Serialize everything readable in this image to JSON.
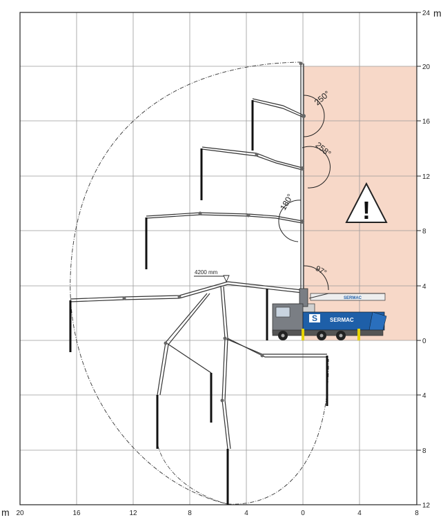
{
  "diagram": {
    "units": {
      "top_right": "m",
      "bottom_left": "m"
    },
    "x_ticks": [
      "20",
      "16",
      "12",
      "8",
      "4",
      "0",
      "4",
      "8"
    ],
    "y_ticks": [
      "24",
      "20",
      "16",
      "12",
      "8",
      "4",
      "0",
      "4",
      "8",
      "12"
    ],
    "boom_label": "4200 mm",
    "angles": [
      "250°",
      "258°",
      "180°",
      "97°"
    ],
    "warning_symbol": "!",
    "brand": "SERMAC",
    "truck_logo": "S",
    "colors": {
      "danger_zone": "#f7d8c8",
      "truck_blue": "#1e5fa8",
      "truck_cab": "#7a7e84",
      "grid": "#222222",
      "outriggers": "#e6d200"
    }
  }
}
